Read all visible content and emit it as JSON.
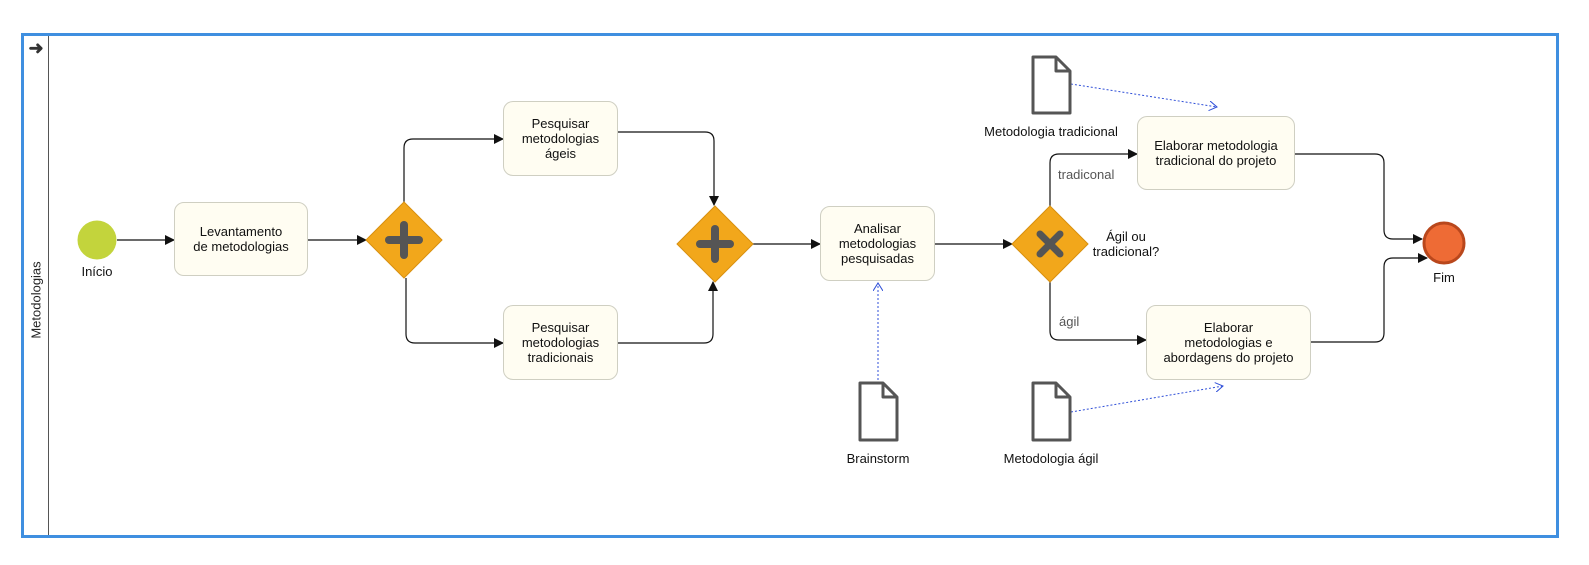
{
  "lane": {
    "title": "Metodologias",
    "toggle_icon": "arrow-right-icon"
  },
  "events": {
    "start": {
      "label": "Início",
      "color": "#c3d43c"
    },
    "end": {
      "label": "Fim",
      "color": "#ee6b35"
    }
  },
  "tasks": {
    "levantamento": "Levantamento\nde metodologias",
    "pesquisar_ageis": "Pesquisar\nmetodologias\nágeis",
    "pesquisar_tradicionais": "Pesquisar\nmetodologias\ntradicionais",
    "analisar": "Analisar\nmetodologias\npesquisadas",
    "elaborar_tradicional": "Elaborar metodologia\ntradicional do projeto",
    "elaborar_agil": "Elaborar\nmetodologias e\nabordagens do projeto"
  },
  "gateways": {
    "decision_label": "Ágil ou\ntradicional?",
    "color": "#f2a71b"
  },
  "flows": {
    "tradicional": "tradiconal",
    "agil": "ágil"
  },
  "documents": {
    "metodologia_tradicional": "Metodologia tradicional",
    "brainstorm": "Brainstorm",
    "metodologia_agil": "Metodologia ágil"
  },
  "colors": {
    "pool_border": "#3f8fe0",
    "association": "#2f4fd8"
  }
}
